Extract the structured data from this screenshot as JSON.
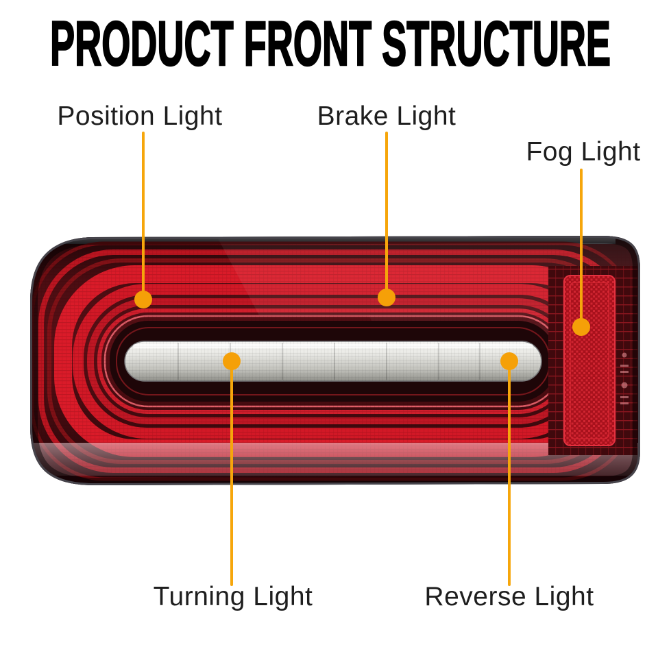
{
  "title": "PRODUCT FRONT STRUCTURE",
  "callouts": [
    {
      "id": "position-light",
      "label": "Position Light"
    },
    {
      "id": "brake-light",
      "label": "Brake Light"
    },
    {
      "id": "fog-light",
      "label": "Fog Light"
    },
    {
      "id": "turning-light",
      "label": "Turning Light"
    },
    {
      "id": "reverse-light",
      "label": "Reverse Light"
    }
  ],
  "colors": {
    "accent_orange": "#F6A60B",
    "dot_orange": "#F5A008",
    "lamp_bright_red": "#D81827",
    "lamp_dark_red": "#3F0A0E",
    "lens_white": "#E9E9E5",
    "title_black": "#000000",
    "background": "#FFFFFF"
  }
}
